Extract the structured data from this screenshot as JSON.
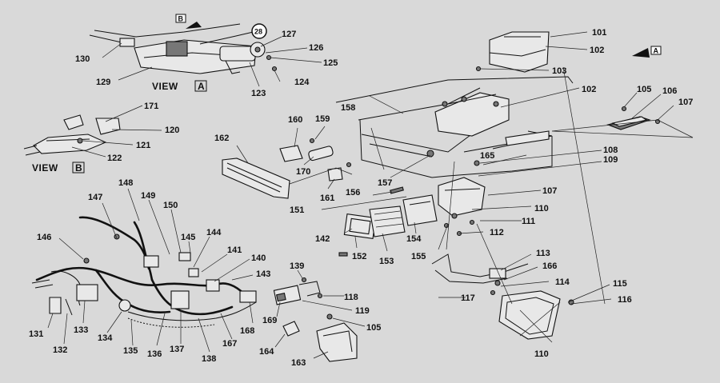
{
  "views": {
    "a": {
      "label": "VIEW",
      "letter": "A"
    },
    "b": {
      "label": "VIEW",
      "letter": "B"
    }
  },
  "arrow_a_letter": "A",
  "arrow_b_letter": "B",
  "circled": "28",
  "callouts": {
    "c101": "101",
    "c102a": "102",
    "c102b": "102",
    "c103": "103",
    "c105a": "105",
    "c105b": "105",
    "c106": "106",
    "c107a": "107",
    "c107b": "107",
    "c108": "108",
    "c109": "109",
    "c110a": "110",
    "c110b": "110",
    "c111": "111",
    "c112": "112",
    "c113": "113",
    "c114": "114",
    "c115": "115",
    "c116": "116",
    "c117": "117",
    "c118": "118",
    "c119": "119",
    "c120": "120",
    "c121": "121",
    "c122": "122",
    "c123": "123",
    "c124": "124",
    "c125": "125",
    "c126": "126",
    "c127": "127",
    "c129": "129",
    "c130": "130",
    "c131": "131",
    "c132": "132",
    "c133": "133",
    "c134": "134",
    "c135": "135",
    "c136": "136",
    "c137": "137",
    "c138": "138",
    "c139": "139",
    "c140": "140",
    "c141": "141",
    "c142": "142",
    "c143": "143",
    "c144": "144",
    "c145": "145",
    "c146": "146",
    "c147": "147",
    "c148": "148",
    "c149": "149",
    "c150": "150",
    "c151": "151",
    "c152": "152",
    "c153": "153",
    "c154": "154",
    "c155": "155",
    "c156": "156",
    "c157": "157",
    "c158": "158",
    "c159": "159",
    "c160": "160",
    "c161": "161",
    "c162": "162",
    "c163": "163",
    "c164": "164",
    "c165": "165",
    "c166": "166",
    "c167": "167",
    "c168": "168",
    "c169": "169",
    "c170": "170",
    "c171": "171"
  }
}
